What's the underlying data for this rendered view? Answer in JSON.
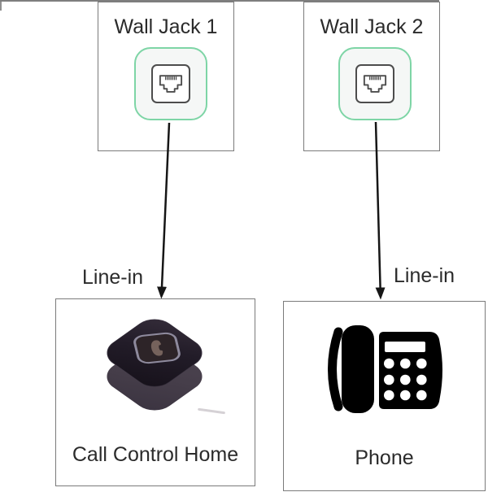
{
  "diagram": {
    "nodes": [
      {
        "id": "wall-jack-1",
        "label": "Wall Jack 1",
        "icon": "ethernet-jack"
      },
      {
        "id": "wall-jack-2",
        "label": "Wall Jack 2",
        "icon": "ethernet-jack"
      },
      {
        "id": "call-control-home",
        "label": "Call Control Home",
        "icon": "call-control-device"
      },
      {
        "id": "phone",
        "label": "Phone",
        "icon": "desk-phone"
      }
    ],
    "connections": [
      {
        "from": "wall-jack-1",
        "to": "call-control-home",
        "label": "Line-in"
      },
      {
        "from": "wall-jack-2",
        "to": "phone",
        "label": "Line-in"
      }
    ],
    "colors": {
      "jack_accent_green": "#7ed5a6",
      "box_border_gray": "#7b7b7b",
      "arrow_black": "#161616",
      "label_text": "#2b2b2b",
      "device_body_dark": "#1a141d",
      "device_front_gray": "#49414c",
      "device_icon_outline": "#8e8a9d",
      "phone_icon_black": "#000000"
    }
  }
}
